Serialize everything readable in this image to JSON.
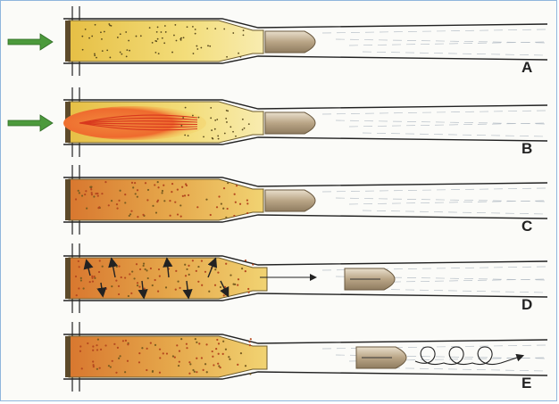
{
  "diagram": {
    "stages": [
      {
        "label": "A",
        "state": "unfired",
        "powder": "granules",
        "arrow": true,
        "bullet": "seated"
      },
      {
        "label": "B",
        "state": "ignition",
        "powder": "flame",
        "arrow": true,
        "bullet": "seated"
      },
      {
        "label": "C",
        "state": "burning",
        "powder": "burning",
        "arrow": false,
        "bullet": "seated"
      },
      {
        "label": "D",
        "state": "expansion",
        "powder": "gas-pressure",
        "arrow": false,
        "bullet": "moving"
      },
      {
        "label": "E",
        "state": "exit",
        "powder": "gas",
        "arrow": false,
        "bullet": "spinning"
      }
    ],
    "colors": {
      "frame": "#8fb6dd",
      "barrel": "#222222",
      "powder": "#f0d56a",
      "flame": "#e8542b",
      "bullet": "#c9b79a",
      "arrow": "#4c9a3c"
    }
  }
}
